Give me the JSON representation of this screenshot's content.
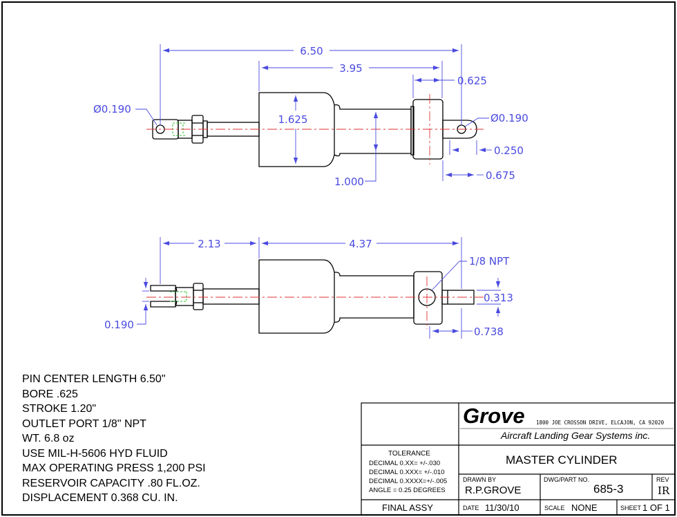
{
  "colors": {
    "outline": "#000000",
    "dimension": "#4a4ae0",
    "centerline": "#e03030",
    "hidden": "#30c030"
  },
  "top_view": {
    "dims": {
      "overall": "6.50",
      "body_to_pin": "3.95",
      "end_block": "0.625",
      "left_pin": "Ø0.190",
      "right_pin": "Ø0.190",
      "body_dia": "1.625",
      "barrel_dia": "1.000",
      "pin_edge": "0.250",
      "pin_to_block": "0.675"
    }
  },
  "side_view": {
    "dims": {
      "left_len": "2.13",
      "right_len": "4.37",
      "port": "1/8 NPT",
      "port_height": "0.313",
      "clevis_gap": "0.190",
      "port_offset": "0.738"
    }
  },
  "notes": [
    "PIN CENTER LENGTH 6.50\"",
    "BORE .625",
    "STROKE 1.20\"",
    "OUTLET PORT 1/8\" NPT",
    "WT. 6.8 oz",
    "USE MIL-H-5606 HYD FLUID",
    "MAX OPERATING PRESS 1,200 PSI",
    "RESERVOIR CAPACITY .80 FL.OZ.",
    "DISPLACEMENT 0.368 CU. IN."
  ],
  "title_block": {
    "logo": "Grove",
    "address": "1800 JOE CROSSON DRIVE, ELCAJON, CA 92020",
    "company": "Aircraft Landing Gear Systems inc.",
    "title": "MASTER CYLINDER",
    "tolerance_label": "TOLERANCE",
    "tolerances": [
      "DECIMAL 0.XX=  +/-.030",
      "DECIMAL 0.XXX= +/-.010",
      "DECIMAL 0.XXXX=+/-.005",
      "ANGLE = 0.25 DEGREES"
    ],
    "drawn_by_label": "DRAWN BY",
    "drawn_by": "R.P.GROVE",
    "part_no_label": "DWG/PART NO.",
    "part_no": "685-3",
    "rev_label": "REV",
    "rev": "IR",
    "final": "FINAL ASSY",
    "date_label": "DATE",
    "date": "11/30/10",
    "scale_label": "SCALE",
    "scale": "NONE",
    "sheet_label": "SHEET",
    "sheet": "1 OF 1"
  }
}
